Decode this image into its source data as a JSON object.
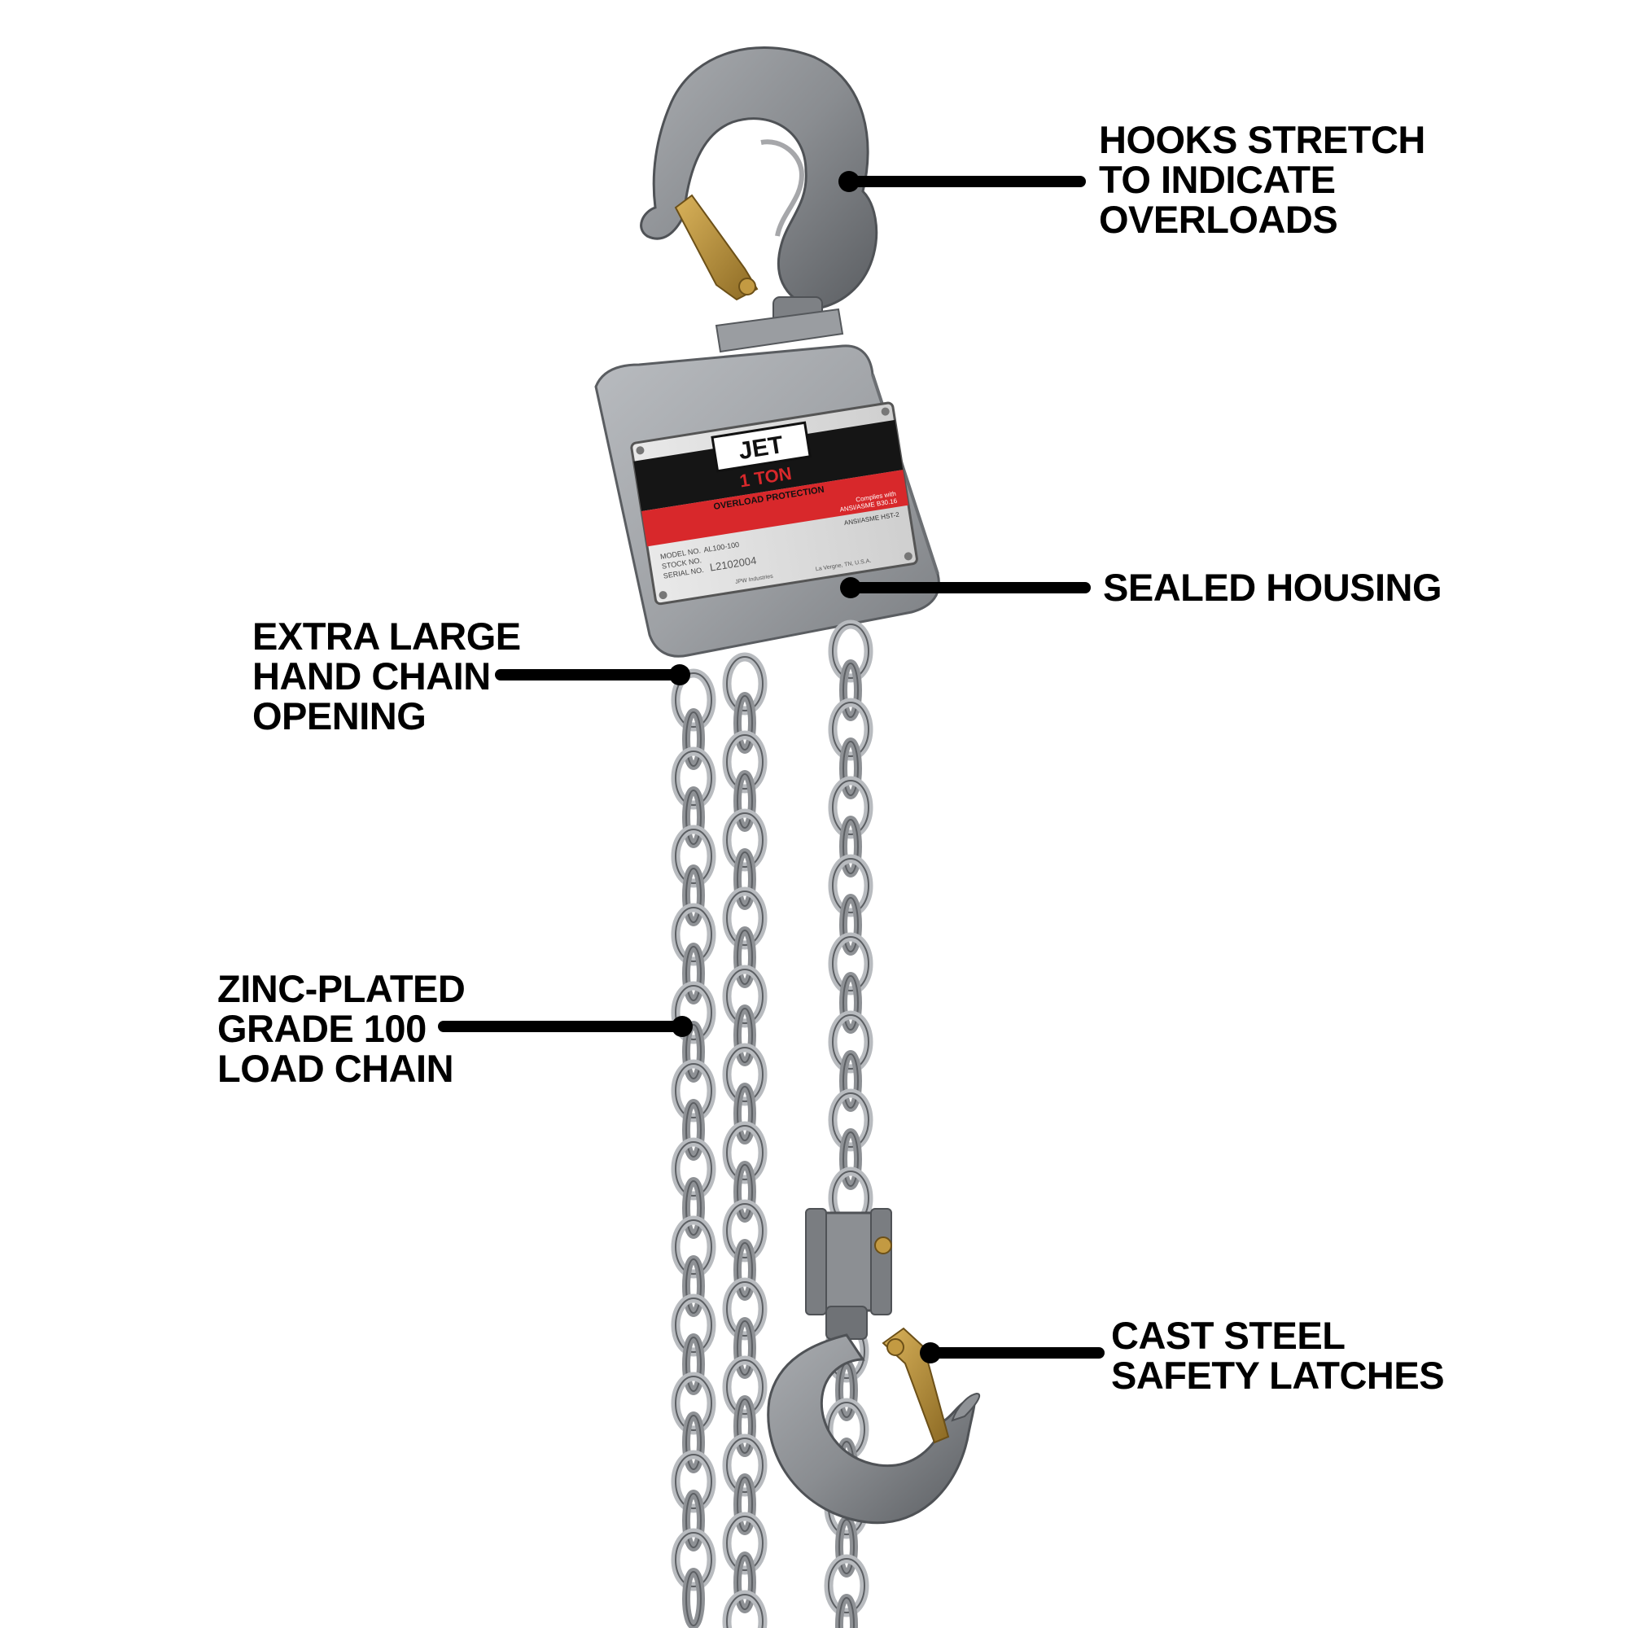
{
  "callouts": {
    "hooks": {
      "lines": [
        "HOOKS STRETCH",
        "TO INDICATE",
        "OVERLOADS"
      ]
    },
    "housing": {
      "lines": [
        "SEALED HOUSING"
      ]
    },
    "hand_chain": {
      "lines": [
        "EXTRA LARGE",
        "HAND CHAIN",
        "OPENING"
      ]
    },
    "load_chain": {
      "lines": [
        "ZINC-PLATED",
        "GRADE 100",
        "LOAD CHAIN"
      ]
    },
    "latches": {
      "lines": [
        "CAST STEEL",
        "SAFETY LATCHES"
      ]
    }
  },
  "nameplate": {
    "brand": "JET",
    "capacity": "1 TON",
    "protection": "OVERLOAD PROTECTION",
    "compliance": [
      "Complies with",
      "ANSI/ASME B30.16",
      "ANSI/ASME HST-2"
    ],
    "model_label": "MODEL NO.",
    "model_value": "AL100-100",
    "stock_label": "STOCK NO.",
    "serial_label": "SERIAL NO.",
    "serial_value": "L2102004",
    "maker": "JPW Industries",
    "location": "La Vergne, TN, U.S.A."
  },
  "colors": {
    "text": "#000000",
    "leader": "#000000",
    "metal": "#8f9296",
    "metal_dark": "#5e6165",
    "housing": "#a7aaae",
    "chain": "#b8bbbf",
    "brass": "#b8903a",
    "plate_red": "#d8282b",
    "plate_black": "#151515",
    "plate_silver": "#dcdcdc"
  }
}
